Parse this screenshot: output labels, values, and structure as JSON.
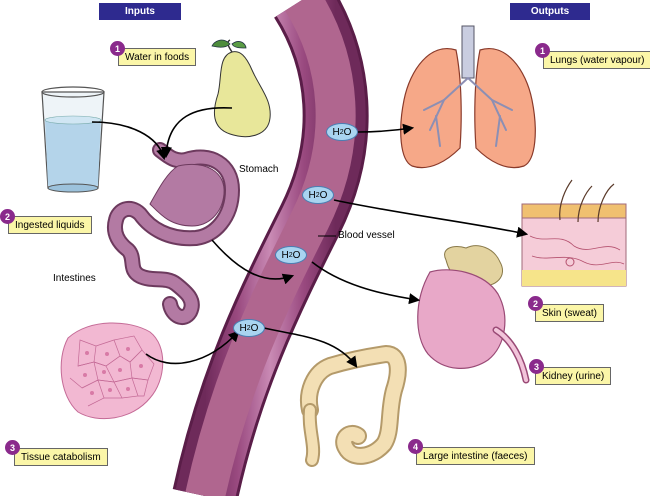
{
  "headers": {
    "inputs": "Inputs",
    "outputs": "Outputs"
  },
  "inputs": [
    {
      "number": "1",
      "label": "Water in foods"
    },
    {
      "number": "2",
      "label": "Ingested liquids"
    },
    {
      "number": "3",
      "label": "Tissue catabolism"
    }
  ],
  "outputs": [
    {
      "number": "1",
      "label": "Lungs (water vapour)"
    },
    {
      "number": "2",
      "label": "Skin (sweat)"
    },
    {
      "number": "3",
      "label": "Kidney (urine)"
    },
    {
      "number": "4",
      "label": "Large intestine (faeces)"
    }
  ],
  "labels": {
    "stomach": "Stomach",
    "blood_vessel": "Blood vessel",
    "intestines": "Intestines"
  },
  "water_symbol": {
    "base": "H",
    "sub": "2",
    "tail": "O"
  },
  "colors": {
    "header_bg": "#2e2a8f",
    "label_bg": "#fbf6a8",
    "number_bg": "#8a2a8c",
    "vessel": "#8c3d73",
    "h2o_fill": "#a9d4f0"
  }
}
